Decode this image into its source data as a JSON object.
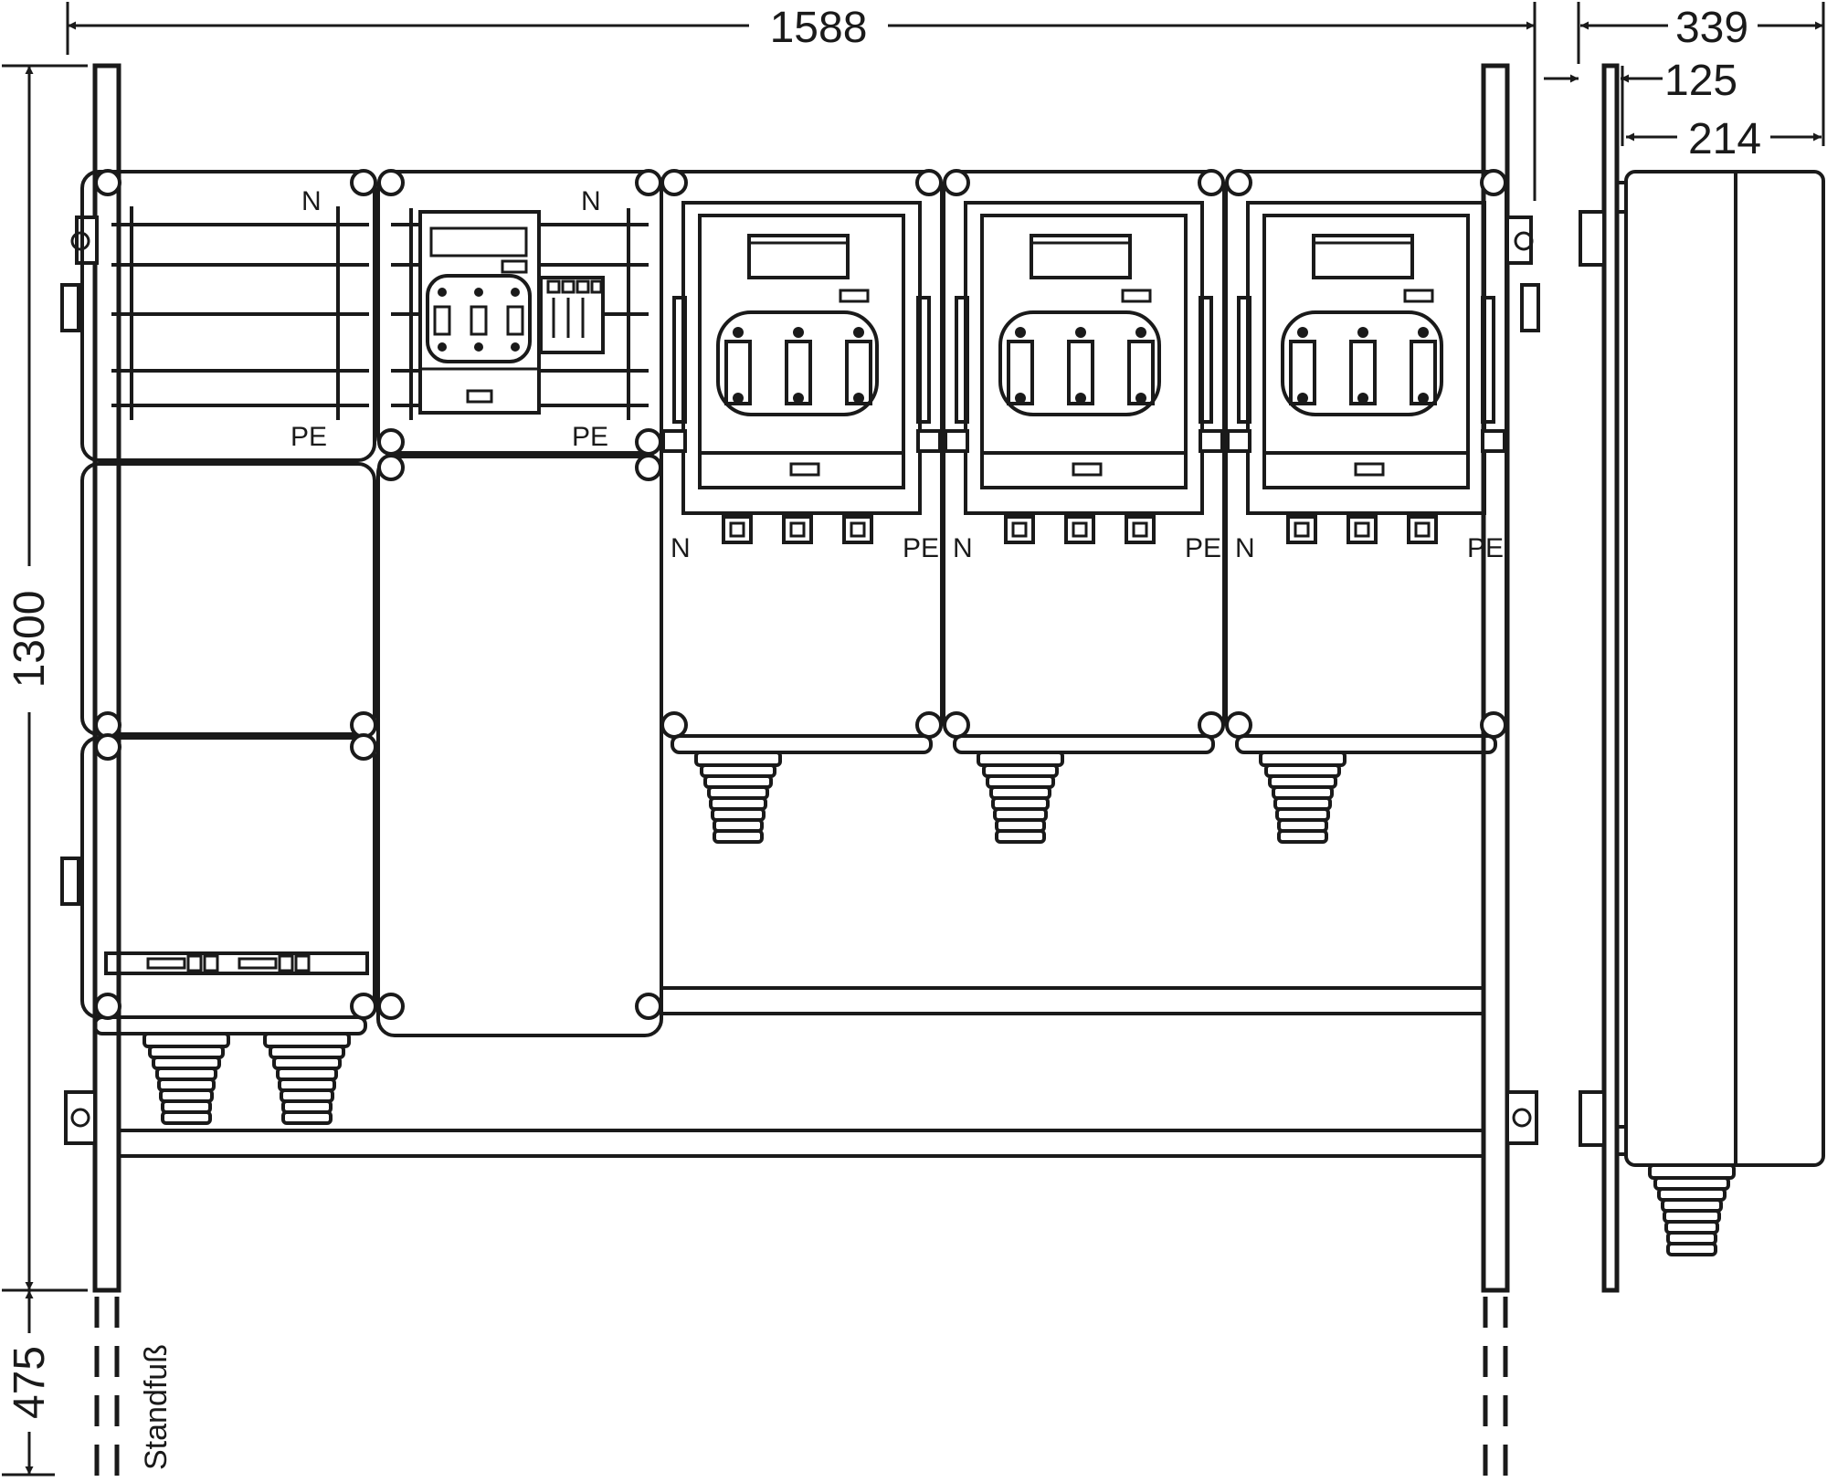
{
  "dimensions": {
    "overall_width": "1588",
    "height": "1300",
    "stand_foot_height": "475",
    "side_total_depth": "339",
    "side_offset": "125",
    "side_housing_depth": "214"
  },
  "labels": {
    "neutral": "N",
    "protective_earth": "PE",
    "stand_foot": "Standfuß"
  },
  "colors": {
    "line": "#1a1a1a",
    "background": "#ffffff"
  }
}
